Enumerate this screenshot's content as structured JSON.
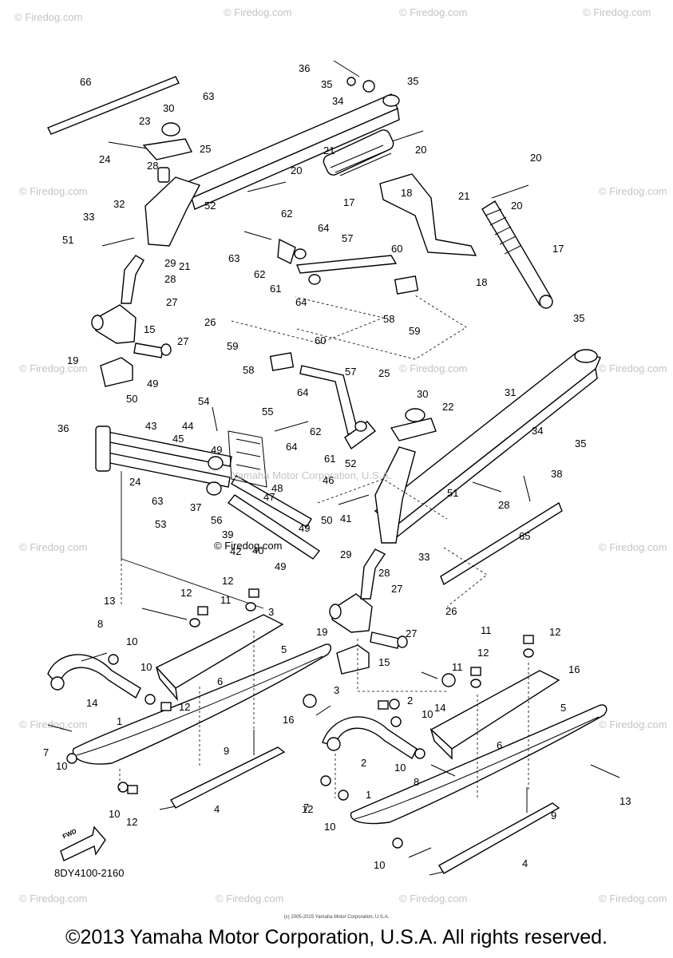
{
  "diagram_code": "8DY4100-2160",
  "copyright": "©2013 Yamaha Motor Corporation, U.S.A. All rights reserved.",
  "small_print": "(c) 2005-2015 Yamaha Motor Corporation, U.S.A.",
  "fwd_label": "FWD",
  "center_copyright": "© Firedog.com",
  "watermark_text": "© Firedog.com",
  "center_yamaha": "Yamaha Motor Corporation, U.S.A.",
  "callouts": [
    "36",
    "35",
    "35",
    "66",
    "34",
    "63",
    "30",
    "23",
    "25",
    "24",
    "20",
    "20",
    "28",
    "20",
    "21",
    "52",
    "17",
    "18",
    "20",
    "32",
    "21",
    "33",
    "62",
    "64",
    "17",
    "57",
    "60",
    "51",
    "29",
    "63",
    "21",
    "62",
    "28",
    "61",
    "64",
    "18",
    "27",
    "26",
    "58",
    "59",
    "15",
    "27",
    "35",
    "19",
    "59",
    "60",
    "58",
    "57",
    "25",
    "30",
    "31",
    "49",
    "64",
    "22",
    "50",
    "54",
    "55",
    "62",
    "44",
    "43",
    "45",
    "64",
    "61",
    "52",
    "34",
    "35",
    "36",
    "49",
    "38",
    "24",
    "46",
    "51",
    "28",
    "63",
    "48",
    "37",
    "47",
    "53",
    "56",
    "41",
    "49",
    "50",
    "65",
    "39",
    "42",
    "40",
    "29",
    "33",
    "49",
    "28",
    "12",
    "13",
    "12",
    "11",
    "27",
    "3",
    "8",
    "11",
    "26",
    "10",
    "19",
    "27",
    "10",
    "5",
    "15",
    "12",
    "6",
    "11",
    "16",
    "3",
    "14",
    "2",
    "12",
    "12",
    "10",
    "14",
    "16",
    "5",
    "1",
    "7",
    "9",
    "2",
    "10",
    "6",
    "10",
    "8",
    "13",
    "12",
    "10",
    "9",
    "1",
    "10",
    "4",
    "12",
    "10",
    "4",
    "7"
  ]
}
